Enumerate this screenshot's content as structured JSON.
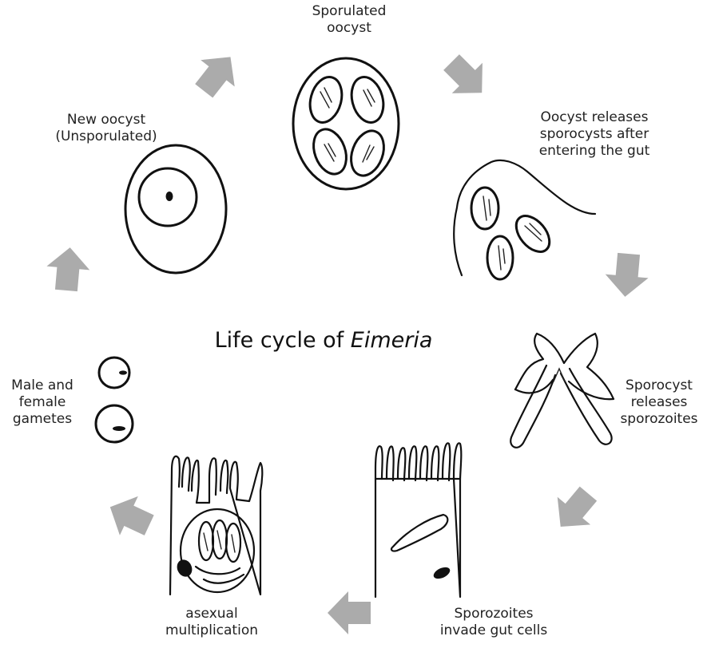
{
  "title": {
    "prefix": "Life cycle of ",
    "genus": "Eimeria"
  },
  "stages": {
    "sporulated_oocyst": "Sporulated\noocyst",
    "oocyst_releases": "Oocyst releases\nsporocysts after\nentering the gut",
    "sporocyst_releases": "Sporocyst\nreleases\nsporozoites",
    "sporozoites_invade": "Sporozoites\ninvade gut cells",
    "asexual": "asexual\nmultiplication",
    "gametes": "Male and\nfemale\ngametes",
    "new_oocyst": "New oocyst\n(Unsporulated)"
  },
  "colors": {
    "arrow": "#ababab",
    "ink": "#111111"
  }
}
